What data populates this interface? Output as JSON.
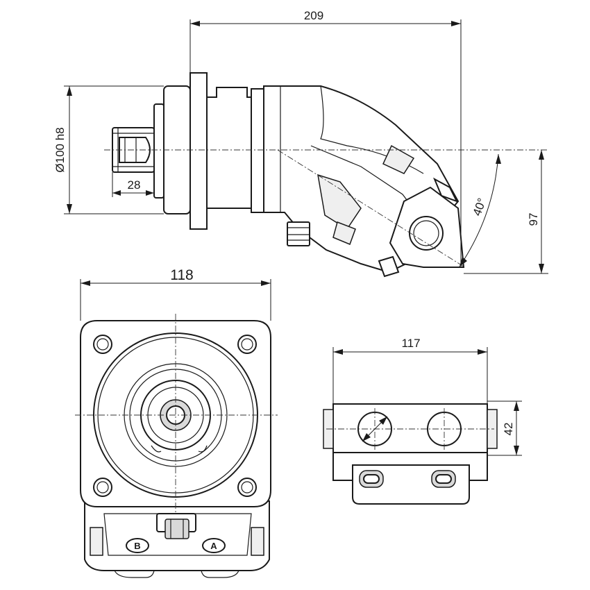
{
  "dimensions": {
    "overall_length": "209",
    "flange_diameter": "Ø100 h8",
    "shaft_length": "28",
    "angle": "40°",
    "height": "97",
    "flange_width": "118",
    "port_block_width": "117",
    "port_block_height": "42"
  },
  "ports": {
    "port_b": "B",
    "port_a": "A"
  }
}
